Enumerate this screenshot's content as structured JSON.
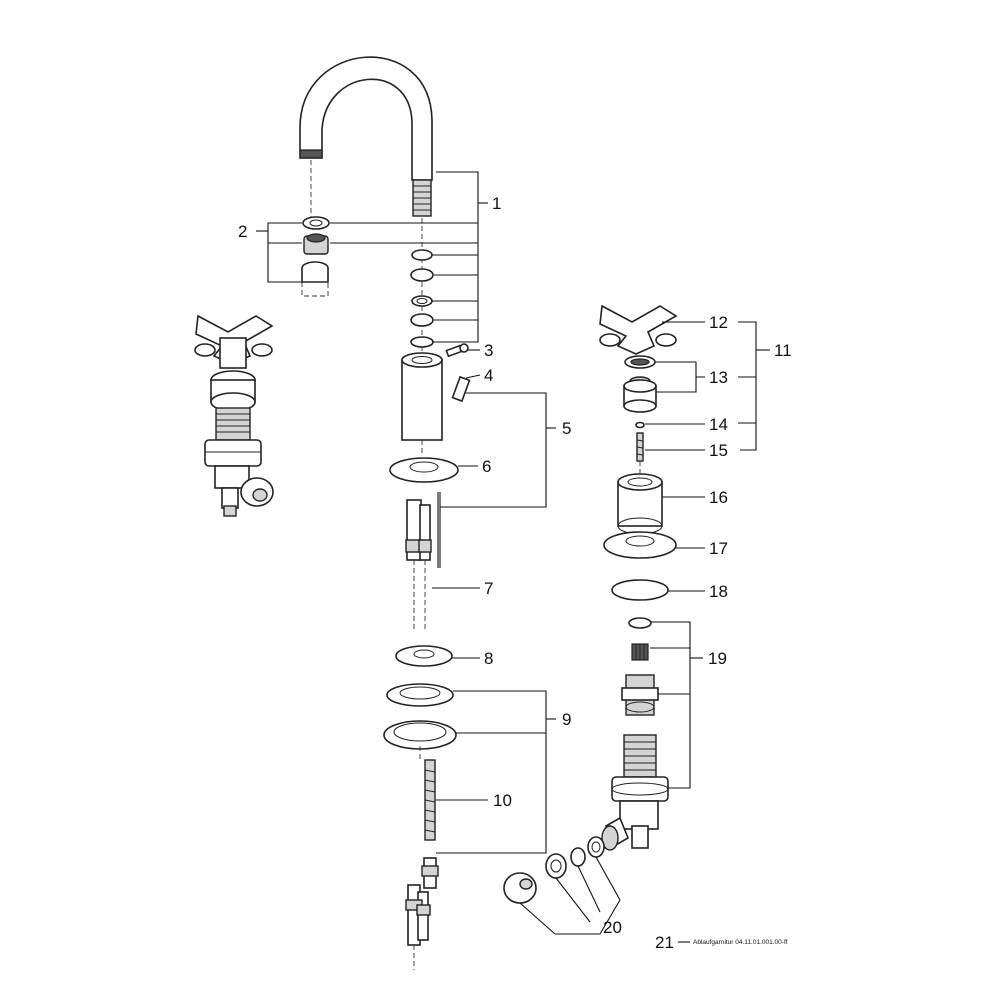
{
  "callouts": [
    "1",
    "2",
    "3",
    "4",
    "5",
    "6",
    "7",
    "8",
    "9",
    "10",
    "11",
    "12",
    "13",
    "14",
    "15",
    "16",
    "17",
    "18",
    "19",
    "20",
    "21"
  ],
  "footnote": "Ablaufgarnitur 04.11.01.001.00-ff",
  "colors": {
    "line": "#222222",
    "shade": "#d4d4d4",
    "background": "#ffffff"
  }
}
